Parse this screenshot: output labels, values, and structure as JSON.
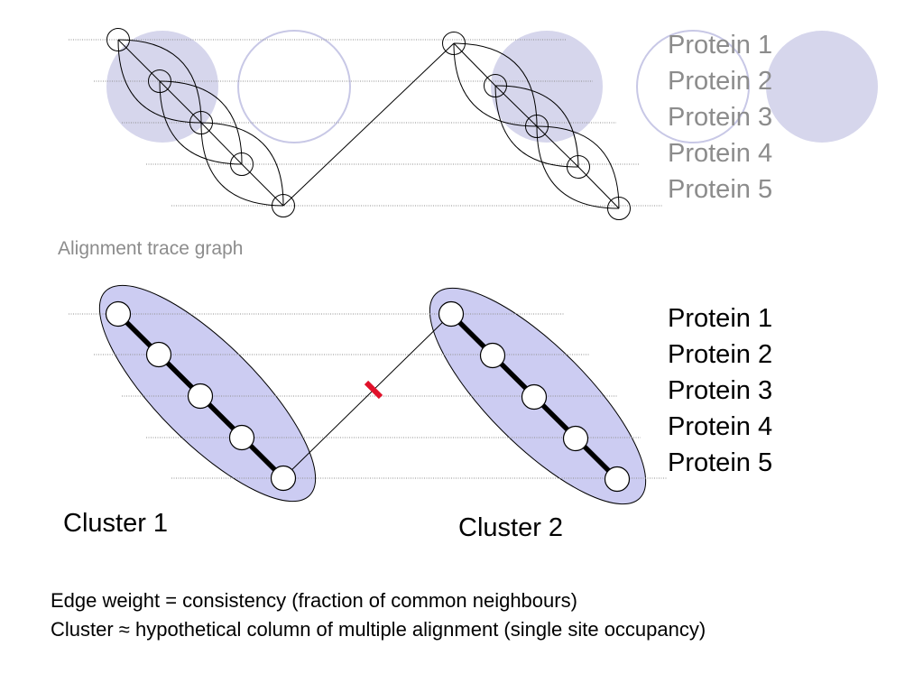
{
  "colors": {
    "cluster_fill": "#ccccf2",
    "highlight_fill": "#d6d6ec",
    "outline_circle": "#c8c8e6",
    "guide_line": "#8f8f8f",
    "cut_mark": "#e0112a",
    "top_label": "#8c8c8c"
  },
  "top_proteins": [
    "Protein 1",
    "Protein 2",
    "Protein 3",
    "Protein 4",
    "Protein 5"
  ],
  "bottom_proteins": [
    "Protein 1",
    "Protein 2",
    "Protein 3",
    "Protein 4",
    "Protein 5"
  ],
  "caption": "Alignment trace graph",
  "clusters": [
    "Cluster 1",
    "Cluster 2"
  ],
  "footnotes": [
    "Edge weight = consistency (fraction of common neighbours)",
    "Cluster ≈ hypothetical column of multiple alignment (single site occupancy)"
  ]
}
